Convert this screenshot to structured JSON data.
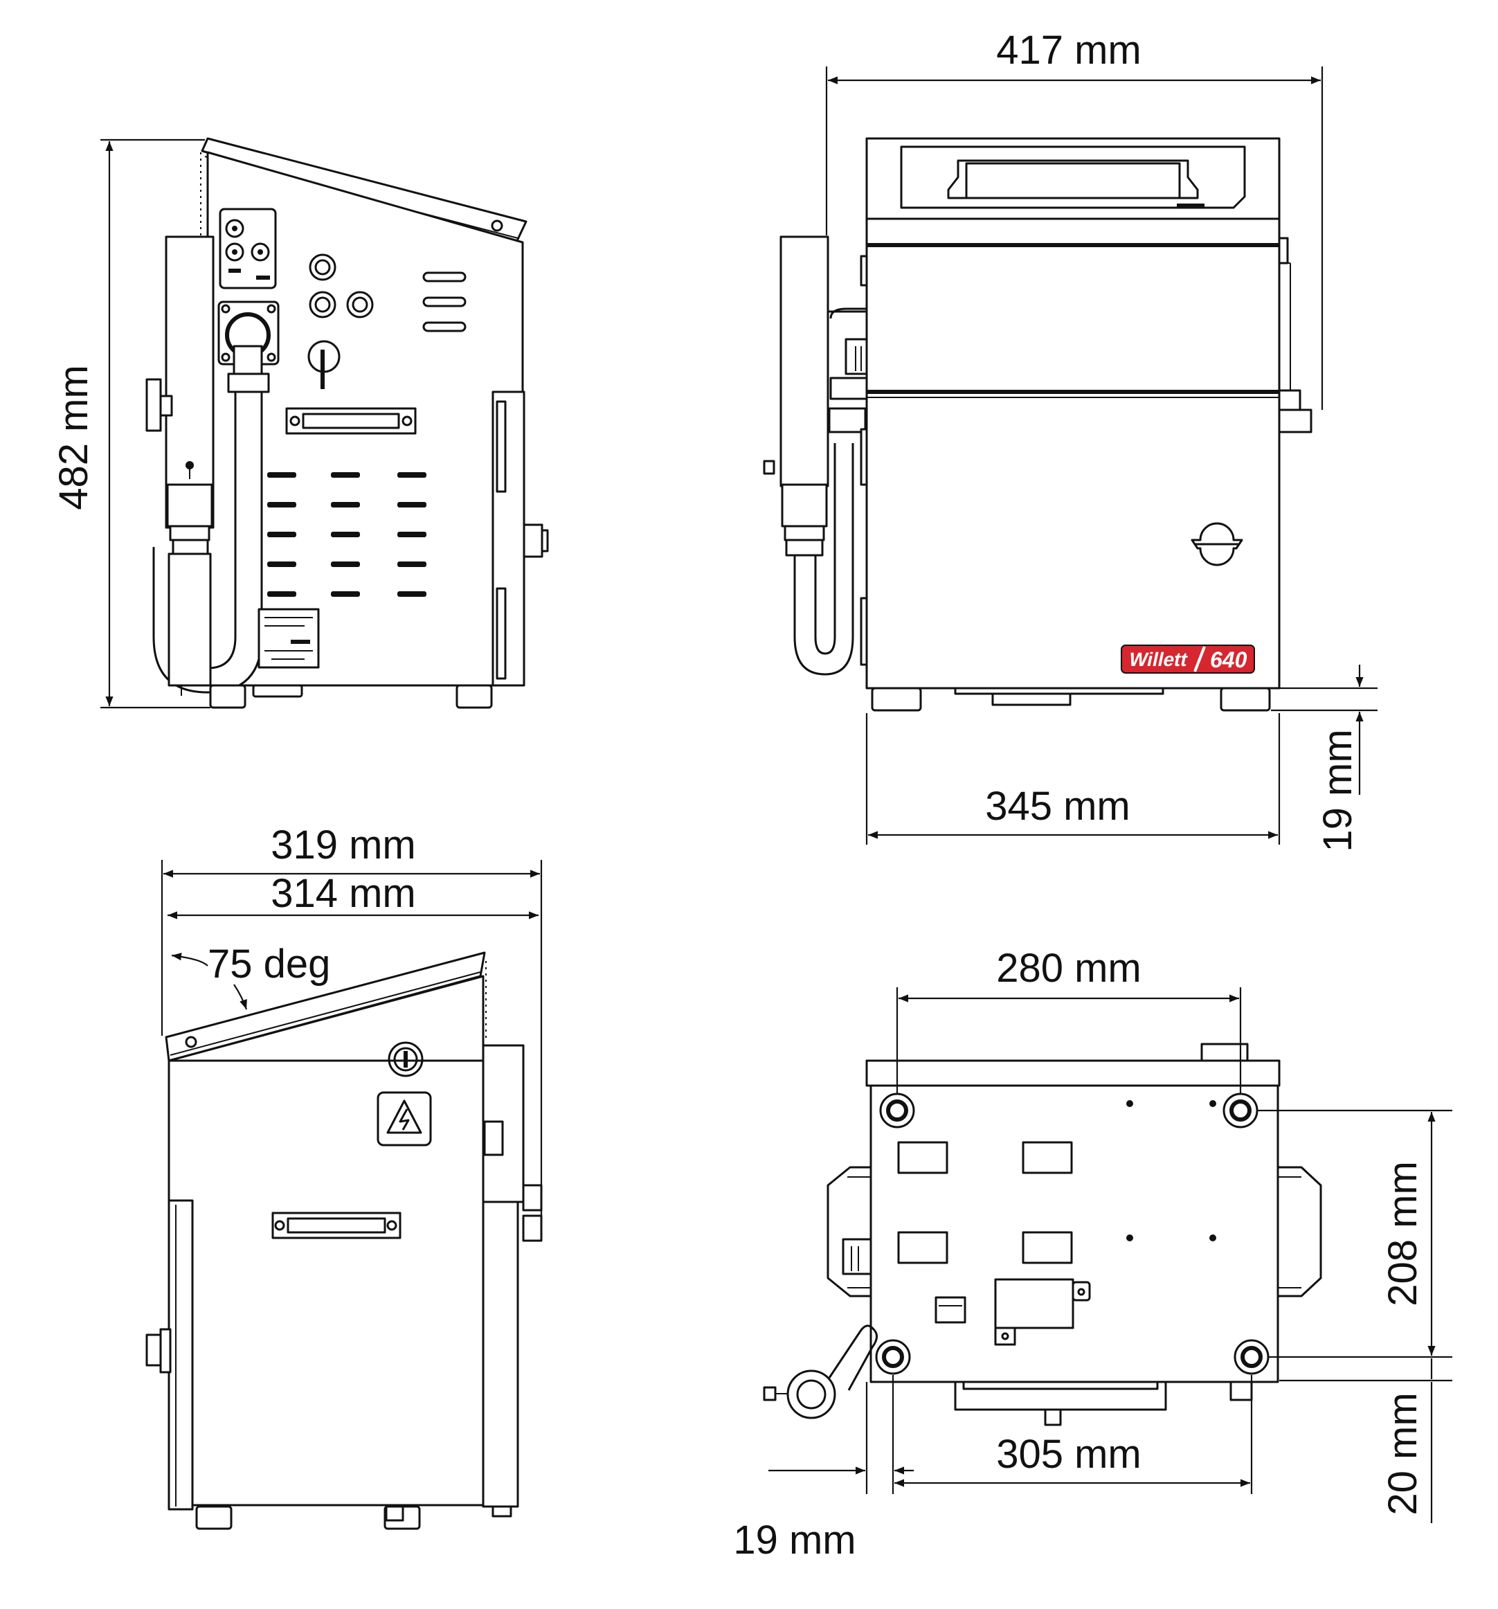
{
  "dimensions": {
    "height_total": "482 mm",
    "width_front": "417 mm",
    "width_body": "345 mm",
    "foot_height": "19 mm",
    "depth_overall": "319 mm",
    "depth_body": "314 mm",
    "lid_angle": "75 deg",
    "foot_spacing_width": "280 mm",
    "foot_spacing_depth": "208 mm",
    "foot_offset_front": "20 mm",
    "foot_spacing_base": "305 mm",
    "foot_offset_side": "19 mm"
  },
  "brand": {
    "name": "Willett",
    "model": "640",
    "badge_color": "#d6262f"
  },
  "icons": {
    "warning": "electrical-hazard-icon"
  }
}
